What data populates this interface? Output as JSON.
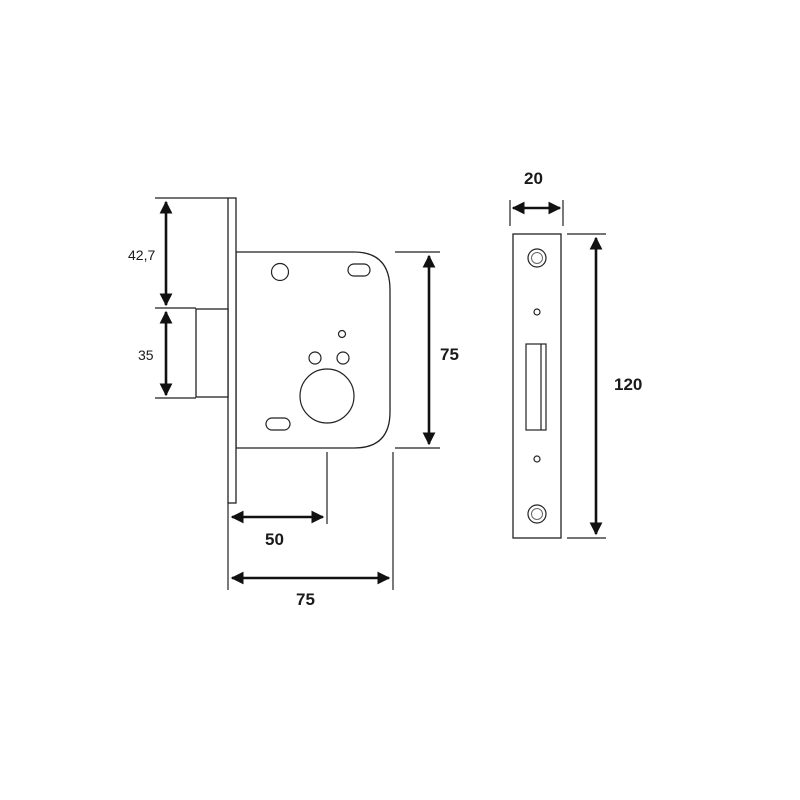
{
  "dimensions": {
    "front_height": "42,7",
    "latch_height": "35",
    "body_height": "75",
    "backset": "50",
    "body_depth": "75",
    "faceplate_width": "20",
    "faceplate_height": "120"
  }
}
